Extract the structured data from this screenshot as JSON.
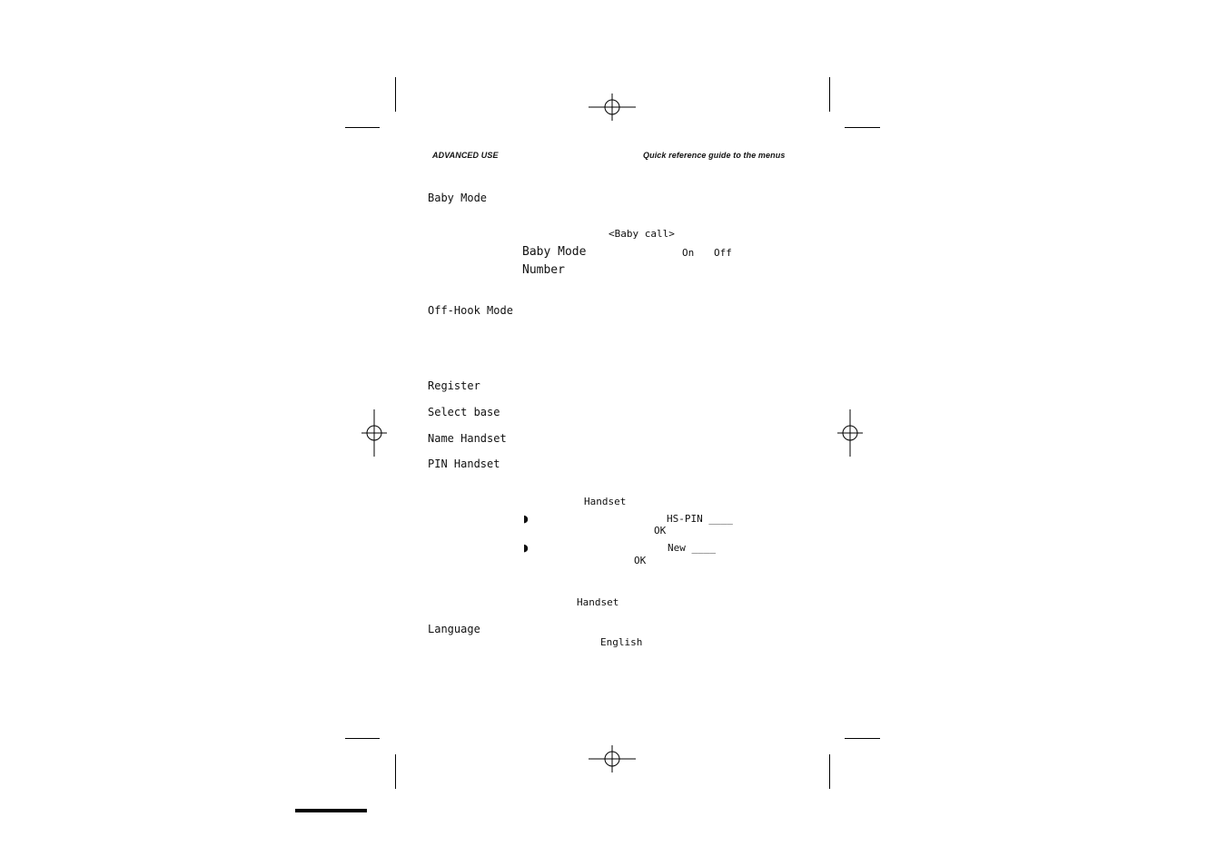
{
  "header": {
    "section": "ADVANCED USE",
    "title": "Quick reference guide to the menus"
  },
  "menu": {
    "baby_mode": "Baby Mode",
    "baby_call": "<Baby call>",
    "baby_mode_sub": "Baby Mode",
    "on": "On",
    "off": "Off",
    "number": "Number",
    "off_hook_mode": "Off-Hook Mode",
    "register": "Register",
    "select_base": "Select base",
    "name_handset": "Name Handset",
    "pin_handset": "PIN Handset",
    "handset_1": "Handset",
    "bullet_1": "◗",
    "hs_pin": "HS-PIN ____",
    "ok_1": "OK",
    "bullet_2": "◗",
    "new_pin": "New ____",
    "ok_2": "OK",
    "handset_2": "Handset",
    "language": "Language",
    "english": "English"
  }
}
